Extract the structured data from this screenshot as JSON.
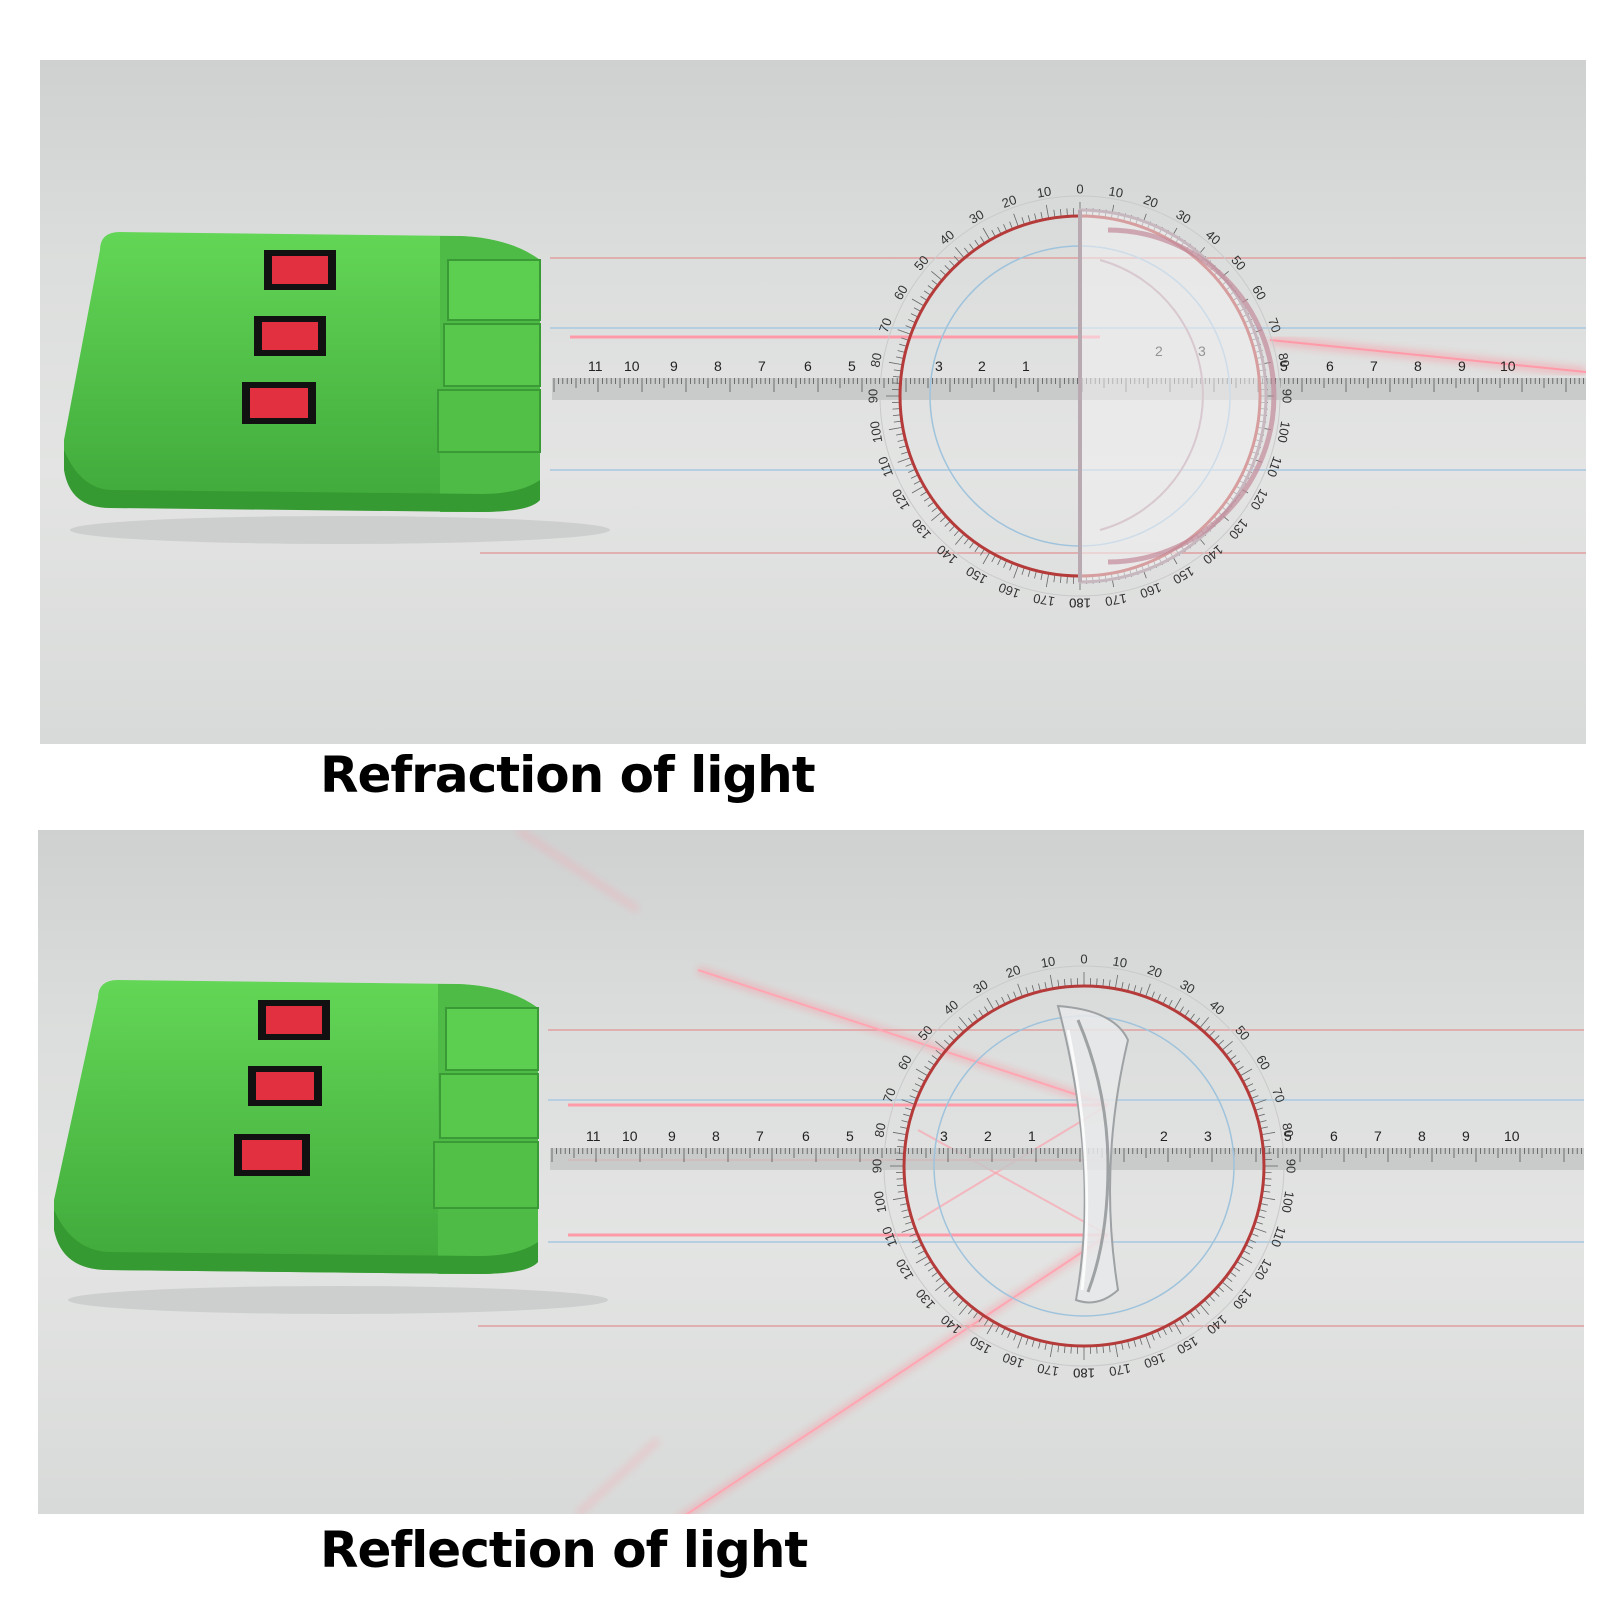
{
  "panels": [
    {
      "caption": "Refraction of light",
      "lens": "semicircular-block",
      "ruler_left_numbers": [
        "11",
        "10",
        "9",
        "8",
        "7",
        "6",
        "5"
      ],
      "ruler_center_numbers": [
        "3",
        "2",
        "1"
      ],
      "ruler_right_numbers": [
        "2",
        "3",
        "5",
        "6",
        "7",
        "8",
        "9",
        "10"
      ],
      "dial_numbers": [
        "0",
        "10",
        "20",
        "30",
        "40",
        "50",
        "60",
        "70",
        "80",
        "90",
        "100",
        "110",
        "120",
        "130",
        "140",
        "150",
        "160",
        "170",
        "180"
      ]
    },
    {
      "caption": "Reflection of light",
      "lens": "concave-lens",
      "ruler_left_numbers": [
        "11",
        "10",
        "9",
        "8",
        "7",
        "6",
        "5"
      ],
      "ruler_center_numbers": [
        "3",
        "2",
        "1"
      ],
      "ruler_right_numbers": [
        "2",
        "3",
        "5",
        "6",
        "7",
        "8",
        "9",
        "10"
      ],
      "dial_numbers": [
        "0",
        "10",
        "20",
        "30",
        "40",
        "50",
        "60",
        "70",
        "80",
        "90",
        "100",
        "110",
        "120",
        "130",
        "140",
        "150",
        "160",
        "170",
        "180"
      ]
    }
  ],
  "colors": {
    "device": "#55c94a",
    "switch": "#e0303a",
    "beam": "#ff6f80",
    "dial_ring": "#b53a3a"
  }
}
